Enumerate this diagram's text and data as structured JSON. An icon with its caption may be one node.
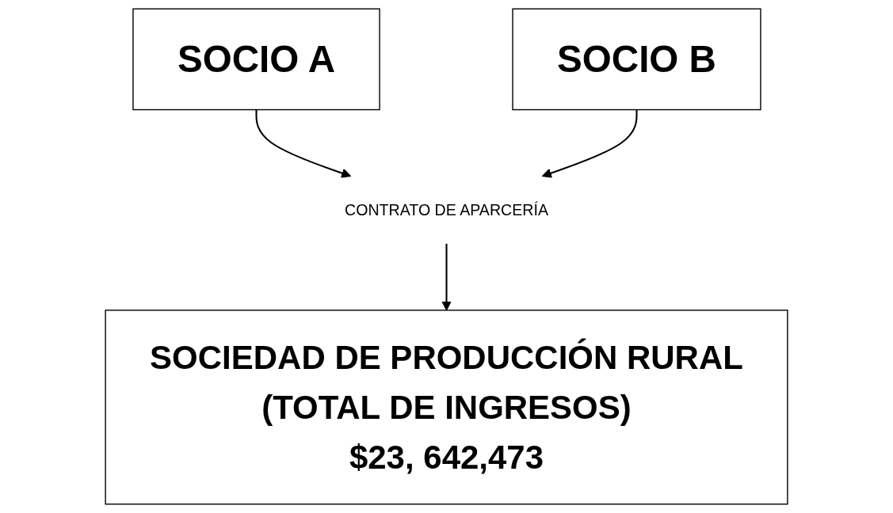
{
  "diagram": {
    "nodes": [
      {
        "text": [
          "SOCIO A"
        ]
      },
      {
        "text": [
          "SOCIO B"
        ]
      },
      {
        "text": [
          "CONTRATO DE APARCERÍA"
        ]
      },
      {
        "text": [
          "SOCIEDAD DE PRODUCCIÓN RURAL",
          "(TOTAL DE INGRESOS)",
          "$23, 642,473"
        ]
      }
    ],
    "edges": [
      {
        "from": 0,
        "to": 2,
        "arrow": "to"
      },
      {
        "from": 1,
        "to": 2,
        "arrow": "to"
      },
      {
        "from": 2,
        "to": 3,
        "arrow": "to"
      }
    ]
  }
}
